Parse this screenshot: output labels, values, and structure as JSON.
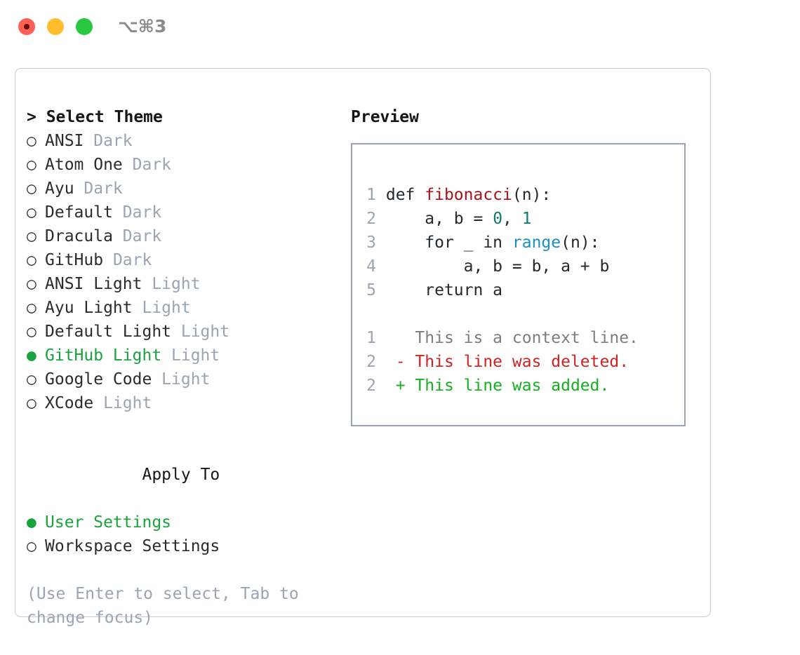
{
  "titlebar": {
    "shortcut": "⌥⌘3",
    "buttons": [
      {
        "name": "close",
        "color": "#ff5f57"
      },
      {
        "name": "minimize",
        "color": "#ffbd2e"
      },
      {
        "name": "zoom",
        "color": "#28c840"
      }
    ]
  },
  "theme_list": {
    "header": "> Select Theme",
    "marker_selected": "●",
    "marker_unselected": "○",
    "items": [
      {
        "marker": "○",
        "name": "ANSI",
        "category": "Dark",
        "selected": false
      },
      {
        "marker": "○",
        "name": "Atom One",
        "category": "Dark",
        "selected": false
      },
      {
        "marker": "○",
        "name": "Ayu",
        "category": "Dark",
        "selected": false
      },
      {
        "marker": "○",
        "name": "Default",
        "category": "Dark",
        "selected": false
      },
      {
        "marker": "○",
        "name": "Dracula",
        "category": "Dark",
        "selected": false
      },
      {
        "marker": "○",
        "name": "GitHub",
        "category": "Dark",
        "selected": false
      },
      {
        "marker": "○",
        "name": "ANSI Light",
        "category": "Light",
        "selected": false
      },
      {
        "marker": "○",
        "name": "Ayu Light",
        "category": "Light",
        "selected": false
      },
      {
        "marker": "○",
        "name": "Default Light",
        "category": "Light",
        "selected": false
      },
      {
        "marker": "●",
        "name": "GitHub Light",
        "category": "Light",
        "selected": true
      },
      {
        "marker": "○",
        "name": "Google Code",
        "category": "Light",
        "selected": false
      },
      {
        "marker": "○",
        "name": "XCode",
        "category": "Light",
        "selected": false
      }
    ]
  },
  "apply_to": {
    "header": "Apply To",
    "items": [
      {
        "marker": "●",
        "name": "User Settings",
        "selected": true
      },
      {
        "marker": "○",
        "name": "Workspace Settings",
        "selected": false
      }
    ]
  },
  "hint": "(Use Enter to select, Tab to change focus)",
  "preview": {
    "title": "Preview",
    "code_lines": [
      {
        "num": "1",
        "tokens": [
          {
            "t": "def ",
            "c": "plain"
          },
          {
            "t": "fibonacci",
            "c": "func"
          },
          {
            "t": "(n):",
            "c": "plain"
          }
        ]
      },
      {
        "num": "2",
        "tokens": [
          {
            "t": "    a, b = ",
            "c": "plain"
          },
          {
            "t": "0",
            "c": "num"
          },
          {
            "t": ", ",
            "c": "plain"
          },
          {
            "t": "1",
            "c": "num"
          }
        ]
      },
      {
        "num": "3",
        "tokens": [
          {
            "t": "    for _ in ",
            "c": "plain"
          },
          {
            "t": "range",
            "c": "builtin"
          },
          {
            "t": "(n):",
            "c": "plain"
          }
        ]
      },
      {
        "num": "4",
        "tokens": [
          {
            "t": "        a, b = b, a + b",
            "c": "plain"
          }
        ]
      },
      {
        "num": "5",
        "tokens": [
          {
            "t": "    return a",
            "c": "plain"
          }
        ]
      }
    ],
    "diff_lines": [
      {
        "num": "1",
        "prefix": "  ",
        "text": "This is a context line.",
        "kind": "ctx"
      },
      {
        "num": "2",
        "prefix": "- ",
        "text": "This line was deleted.",
        "kind": "del"
      },
      {
        "num": "2",
        "prefix": "+ ",
        "text": "This line was added.",
        "kind": "add"
      }
    ]
  },
  "colors": {
    "accent_green": "#19a33c",
    "muted": "#9aa4b2",
    "text": "#2b2b2b",
    "func_red": "#a3131a",
    "number_teal": "#107a6e",
    "builtin_blue": "#1b8ec2",
    "diff_del": "#cf2323",
    "diff_add": "#16b021",
    "border": "#c6cbd4",
    "preview_border": "#98a2b0"
  }
}
